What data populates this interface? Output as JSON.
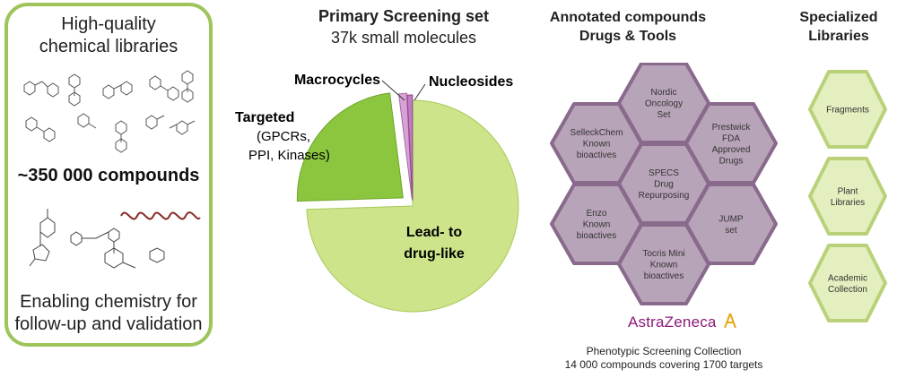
{
  "left_panel": {
    "title_line1": "High-quality",
    "title_line2": "chemical libraries",
    "compound_count": "~350 000 compounds",
    "footer_line1": "Enabling chemistry for",
    "footer_line2": "follow-up  and validation"
  },
  "primary_screening": {
    "title": "Primary Screening set",
    "subtitle": "37k small molecules",
    "labels": {
      "macrocycles": "Macrocycles",
      "nucleosides": "Nucleosides",
      "targeted": "Targeted",
      "targeted_detail_1": "(GPCRs,",
      "targeted_detail_2": "PPI, Kinases)",
      "lead_1": "Lead- to",
      "lead_2": "drug-like"
    },
    "slices": [
      {
        "key": "lead",
        "fraction": 0.745,
        "color": "#cde48a"
      },
      {
        "key": "targeted",
        "fraction": 0.235,
        "color": "#8cc63f"
      },
      {
        "key": "macrocycles",
        "fraction": 0.012,
        "color": "#d9a2d6"
      },
      {
        "key": "nucleosides",
        "fraction": 0.008,
        "color": "#c27bc0"
      }
    ]
  },
  "annotated": {
    "title_line1": "Annotated compounds",
    "title_line2": "Drugs & Tools",
    "hexagons": [
      {
        "id": "nordic",
        "lines": [
          "Nordic",
          "Oncology",
          "Set"
        ]
      },
      {
        "id": "selleck",
        "lines": [
          "SelleckChem",
          "Known",
          "bioactives"
        ]
      },
      {
        "id": "prestwick",
        "lines": [
          "Prestwick",
          "FDA",
          "Approved",
          "Drugs"
        ]
      },
      {
        "id": "specs",
        "lines": [
          "SPECS",
          "Drug",
          "Repurposing"
        ]
      },
      {
        "id": "enzo",
        "lines": [
          "Enzo",
          "Known",
          "bioactives"
        ]
      },
      {
        "id": "jump",
        "lines": [
          "JUMP",
          "set"
        ]
      },
      {
        "id": "tocris",
        "lines": [
          "Tocris Mini",
          "Known",
          "bioactives"
        ]
      }
    ],
    "logo_text": "AstraZeneca",
    "collection_line1": "Phenotypic Screening Collection",
    "collection_line2": "14 000 compounds covering 1700 targets",
    "hex_fill": "#b8a4b8",
    "hex_stroke": "#8a6a8c"
  },
  "specialized": {
    "title_line1": "Specialized",
    "title_line2": "Libraries",
    "hexagons": [
      {
        "id": "fragments",
        "lines": [
          "Fragments"
        ]
      },
      {
        "id": "plant",
        "lines": [
          "Plant",
          "Libraries"
        ]
      },
      {
        "id": "academic",
        "lines": [
          "Academic",
          "Collection"
        ]
      }
    ],
    "hex_fill": "#e3efbf",
    "hex_stroke": "#b9d27a"
  }
}
